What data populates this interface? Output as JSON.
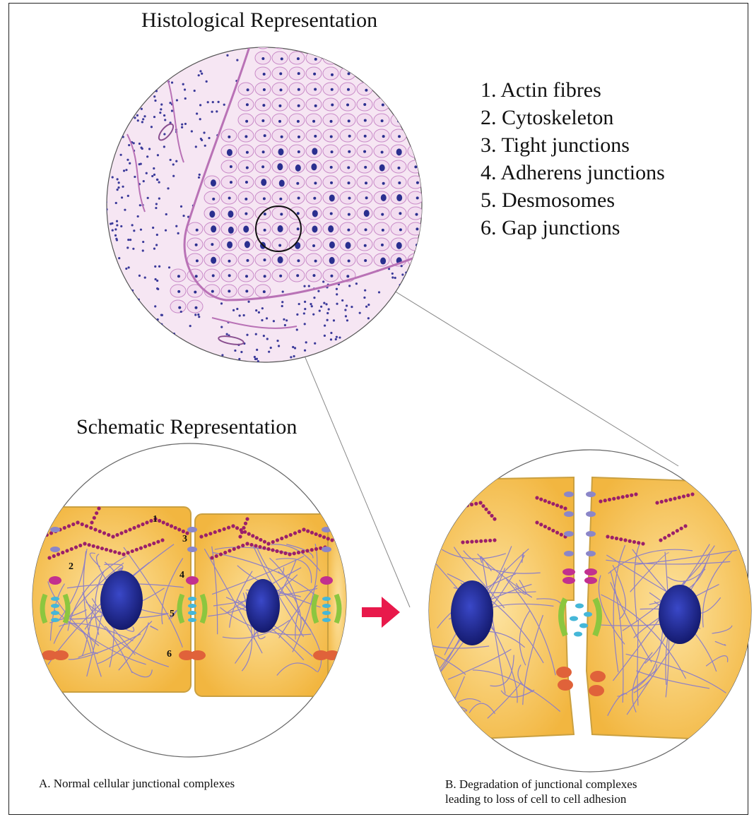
{
  "titles": {
    "histological": "Histological Representation",
    "schematic": "Schematic Representation"
  },
  "legend": [
    "1. Actin fibres",
    "2. Cytoskeleton",
    "3. Tight junctions",
    "4. Adherens junctions",
    "5. Desmosomes",
    "6. Gap junctions"
  ],
  "panel_a_numbers": [
    "1",
    "2",
    "3",
    "4",
    "5",
    "6"
  ],
  "captions": {
    "a": "A.   Normal cellular junctional complexes",
    "b_line1": "B. Degradation of junctional complexes",
    "b_line2": "leading to loss of cell to cell adhesion"
  },
  "colors": {
    "tissue": "#f3ddf0",
    "cell_outline": "#c98bc8",
    "nucleus_dark": "#2a2f8f",
    "cell_body": "#f7c250",
    "actin": "#9b1f6a",
    "cytoskeleton": "#8d7fc7",
    "tight_junction": "#8b86c8",
    "adherens": "#c2308f",
    "desmosome_plaque": "#8cc63f",
    "desmosome_core": "#45b7d8",
    "gap_junction": "#e0623a",
    "arrow": "#e8194b"
  }
}
